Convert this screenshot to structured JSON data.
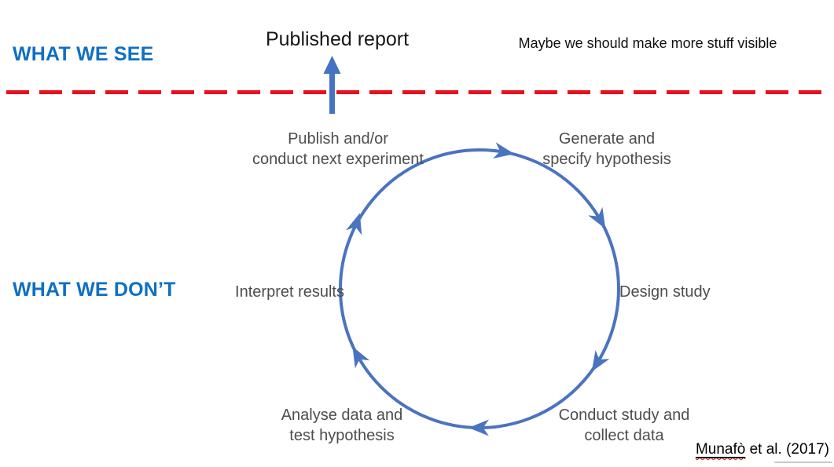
{
  "slide": {
    "titles": {
      "what_we_see": "WHAT WE SEE",
      "what_we_dont": "WHAT WE DON’T"
    },
    "top": {
      "published_report": "Published report",
      "note": "Maybe we should make more stuff visible"
    },
    "cycle": {
      "direction": "clockwise",
      "labels": [
        {
          "id": "publish",
          "lines": [
            "Publish and/or",
            "conduct next experiment"
          ]
        },
        {
          "id": "generate",
          "lines": [
            "Generate and",
            "specify hypothesis"
          ]
        },
        {
          "id": "design",
          "lines": [
            "Design study"
          ]
        },
        {
          "id": "conduct",
          "lines": [
            "Conduct study and",
            "collect data"
          ]
        },
        {
          "id": "analyse",
          "lines": [
            "Analyse data and",
            "test hypothesis"
          ]
        },
        {
          "id": "interpret",
          "lines": [
            "Interpret results"
          ]
        }
      ]
    },
    "citation": {
      "author": "Munafò",
      "suffix": " et al. (2017)"
    },
    "colors": {
      "heading_blue": "#0e6fc5",
      "divider_red": "#e8101e",
      "cycle_blue": "#4a73c0",
      "arrow_blue": "#4472c4",
      "label_gray": "#4d4d4d",
      "squiggle_red": "#d9201f",
      "bar_gray": "#c9c9c9"
    }
  }
}
